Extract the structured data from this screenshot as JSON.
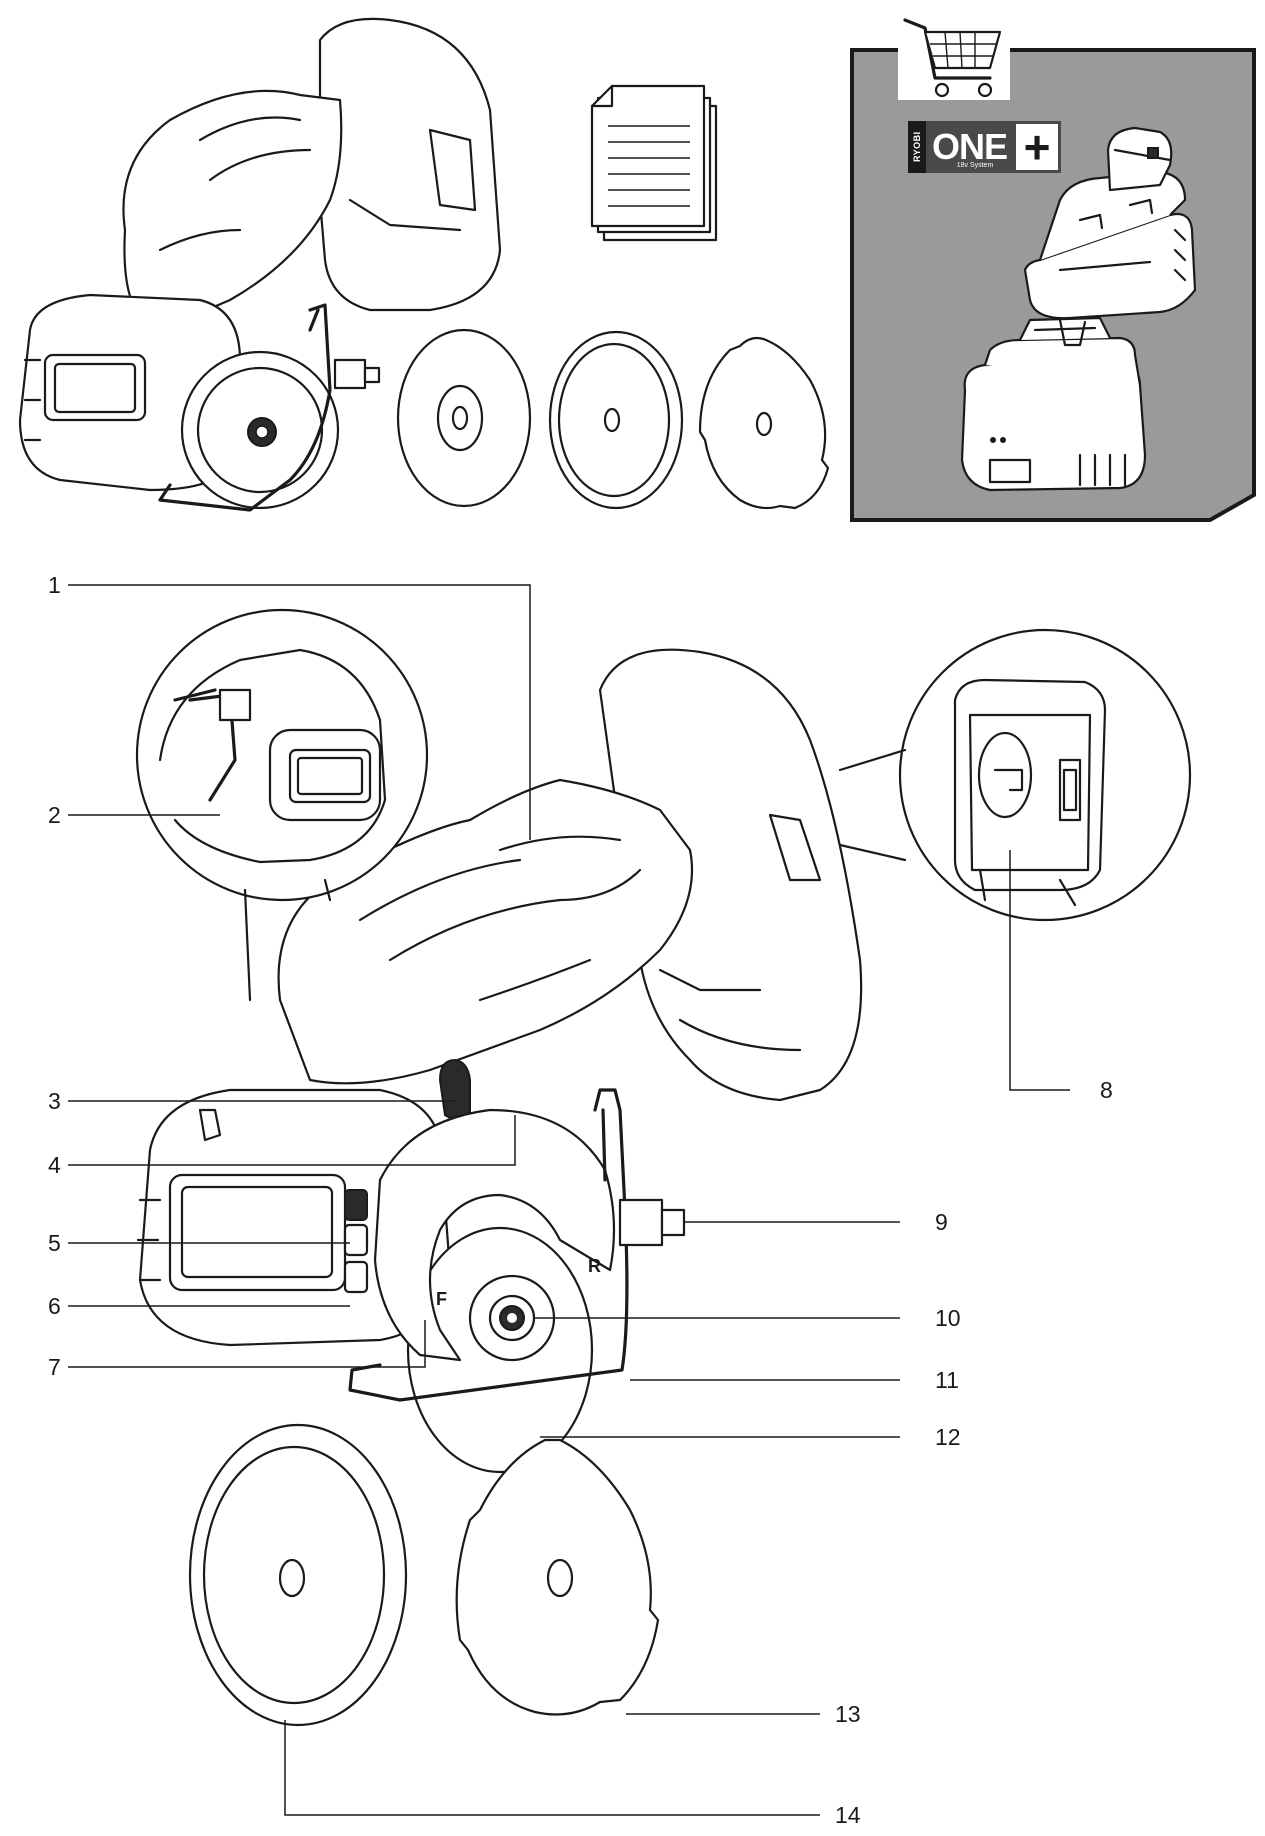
{
  "accessories_box": {
    "brand_logo_text": "RYOBI",
    "brand_product_line": "ONE",
    "brand_plus": "+",
    "brand_system": "18v System"
  },
  "callouts": {
    "c1": "1",
    "c2": "2",
    "c3": "3",
    "c4": "4",
    "c5": "5",
    "c6": "6",
    "c7": "7",
    "c8": "8",
    "c9": "9",
    "c10": "10",
    "c11": "11",
    "c12": "12",
    "c13": "13",
    "c14": "14"
  },
  "tool_markings": {
    "forward": "F",
    "reverse": "R"
  },
  "icons": {
    "cart": "shopping-cart-icon",
    "manual": "manual-documents-icon"
  },
  "colors": {
    "line": "#1a1a1a",
    "box_background": "#9a9a9a",
    "brand_dark": "#4a4a4a"
  }
}
